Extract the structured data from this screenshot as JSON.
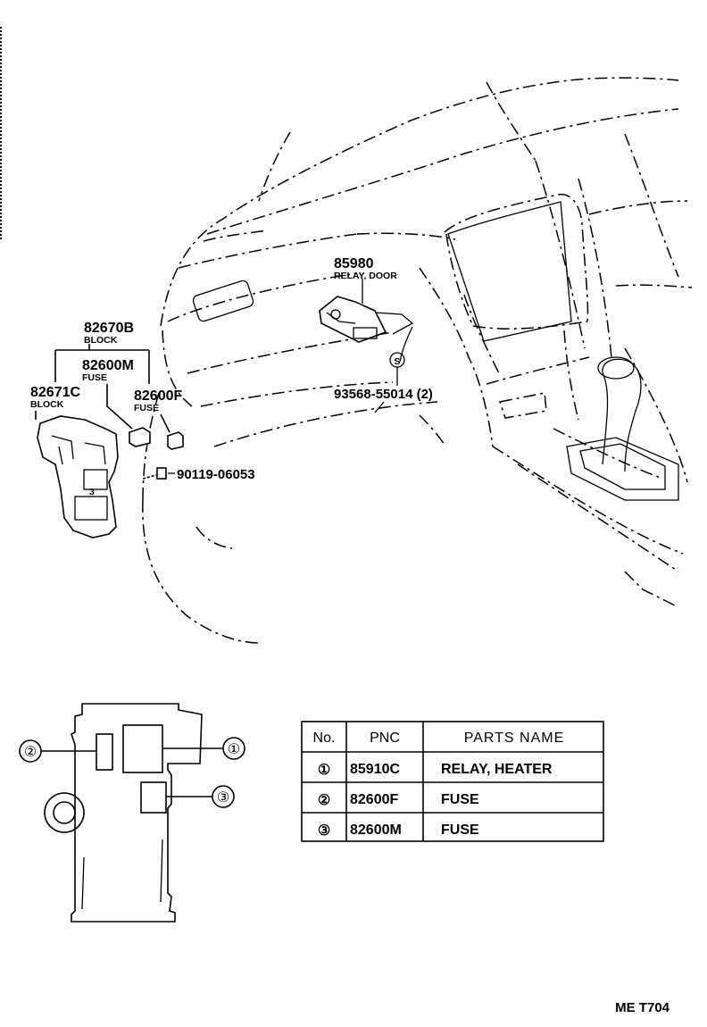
{
  "callouts": {
    "relay_door": {
      "pnc": "85980",
      "name": "RELAY, DOOR"
    },
    "block_82670b": {
      "pnc": "82670B",
      "name": "BLOCK"
    },
    "fuse_82600m": {
      "pnc": "82600M",
      "name": "FUSE"
    },
    "block_82671c": {
      "pnc": "82671C",
      "name": "BLOCK"
    },
    "fuse_82600f": {
      "pnc": "82600F",
      "name": "FUSE"
    },
    "screw": {
      "pnc": "93568-55014 (2)",
      "symbol": "S"
    },
    "bolt": {
      "pnc": "90119-06053"
    },
    "block_number": "3"
  },
  "legend_diagram": {
    "markers": [
      "①",
      "②",
      "③"
    ]
  },
  "table": {
    "headers": [
      "No.",
      "PNC",
      "PARTS NAME"
    ],
    "rows": [
      {
        "no": "①",
        "pnc": "85910C",
        "name": "RELAY, HEATER"
      },
      {
        "no": "②",
        "pnc": "82600F",
        "name": "FUSE"
      },
      {
        "no": "③",
        "pnc": "82600M",
        "name": "FUSE"
      }
    ]
  },
  "figure_code": "ME T704"
}
